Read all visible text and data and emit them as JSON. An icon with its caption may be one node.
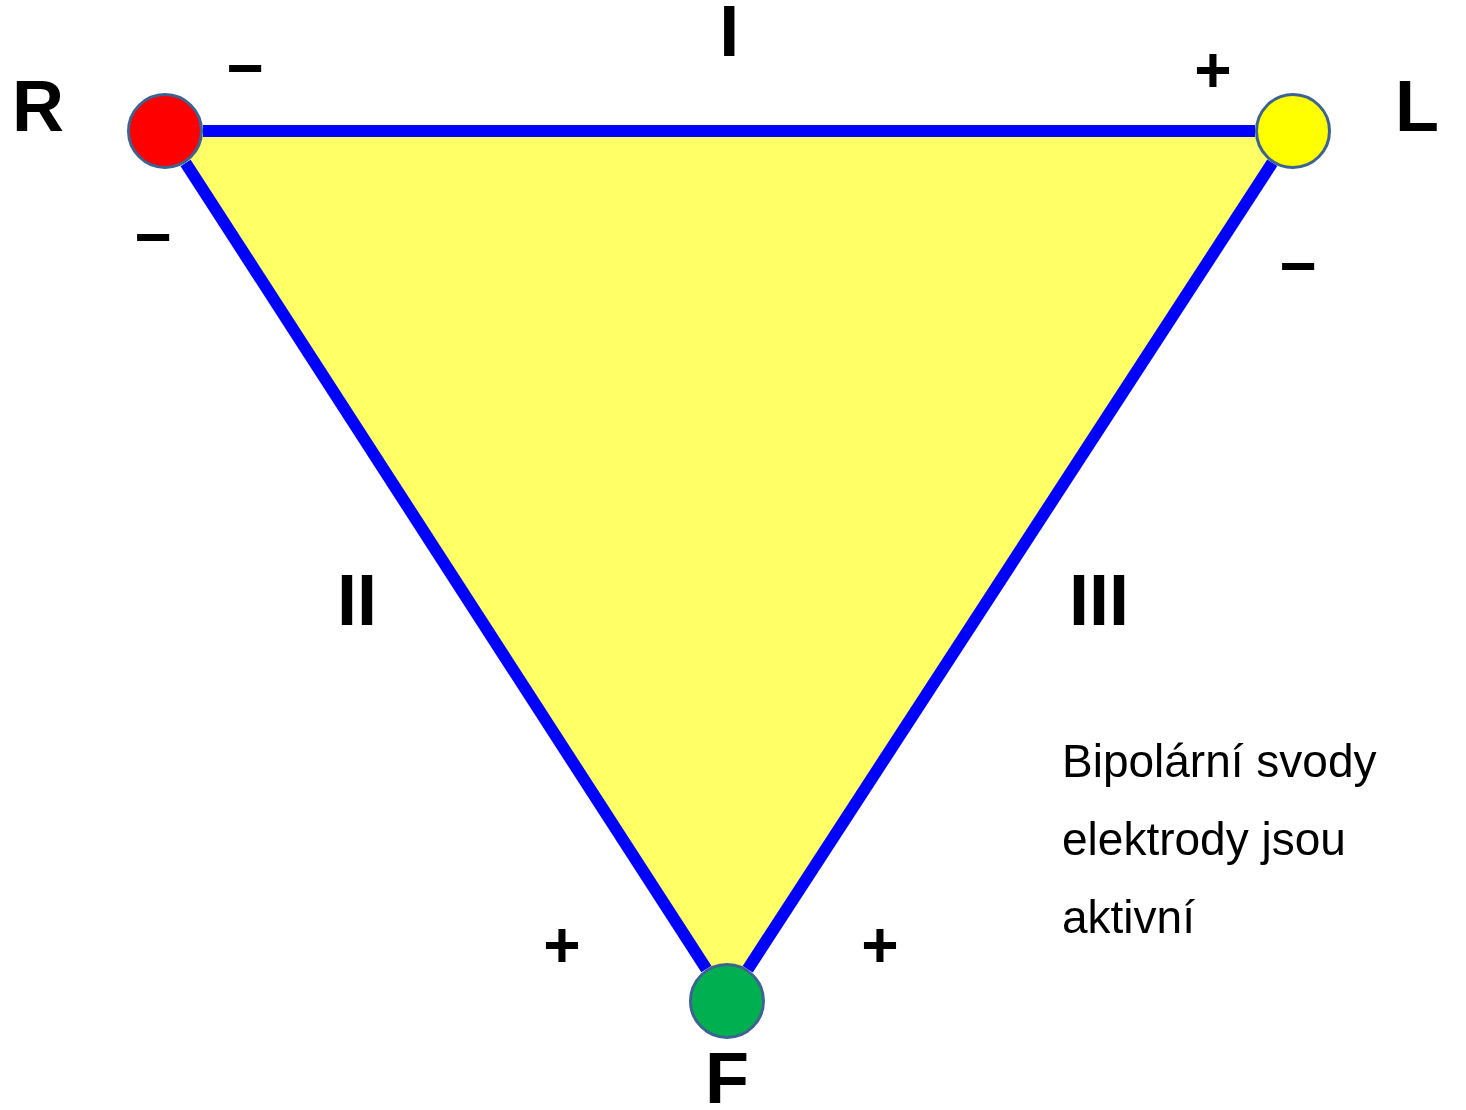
{
  "diagram": {
    "nodes": [
      {
        "text": [],
        "shape": "circle",
        "beside": [
          "R"
        ]
      },
      {
        "text": [],
        "shape": "circle",
        "beside": [
          "L"
        ]
      },
      {
        "text": [],
        "shape": "circle",
        "beside": [
          "F"
        ]
      }
    ],
    "edges": [
      {
        "from": 0,
        "to": 1,
        "arrow": "none",
        "label": "I"
      },
      {
        "from": 0,
        "to": 2,
        "arrow": "none",
        "label": "II"
      },
      {
        "from": 1,
        "to": 2,
        "arrow": "none",
        "label": "III"
      }
    ],
    "labels": [
      "−",
      "+",
      "−",
      "−",
      "+",
      "+",
      "Bipolární svody elektrody jsou aktivní"
    ]
  }
}
